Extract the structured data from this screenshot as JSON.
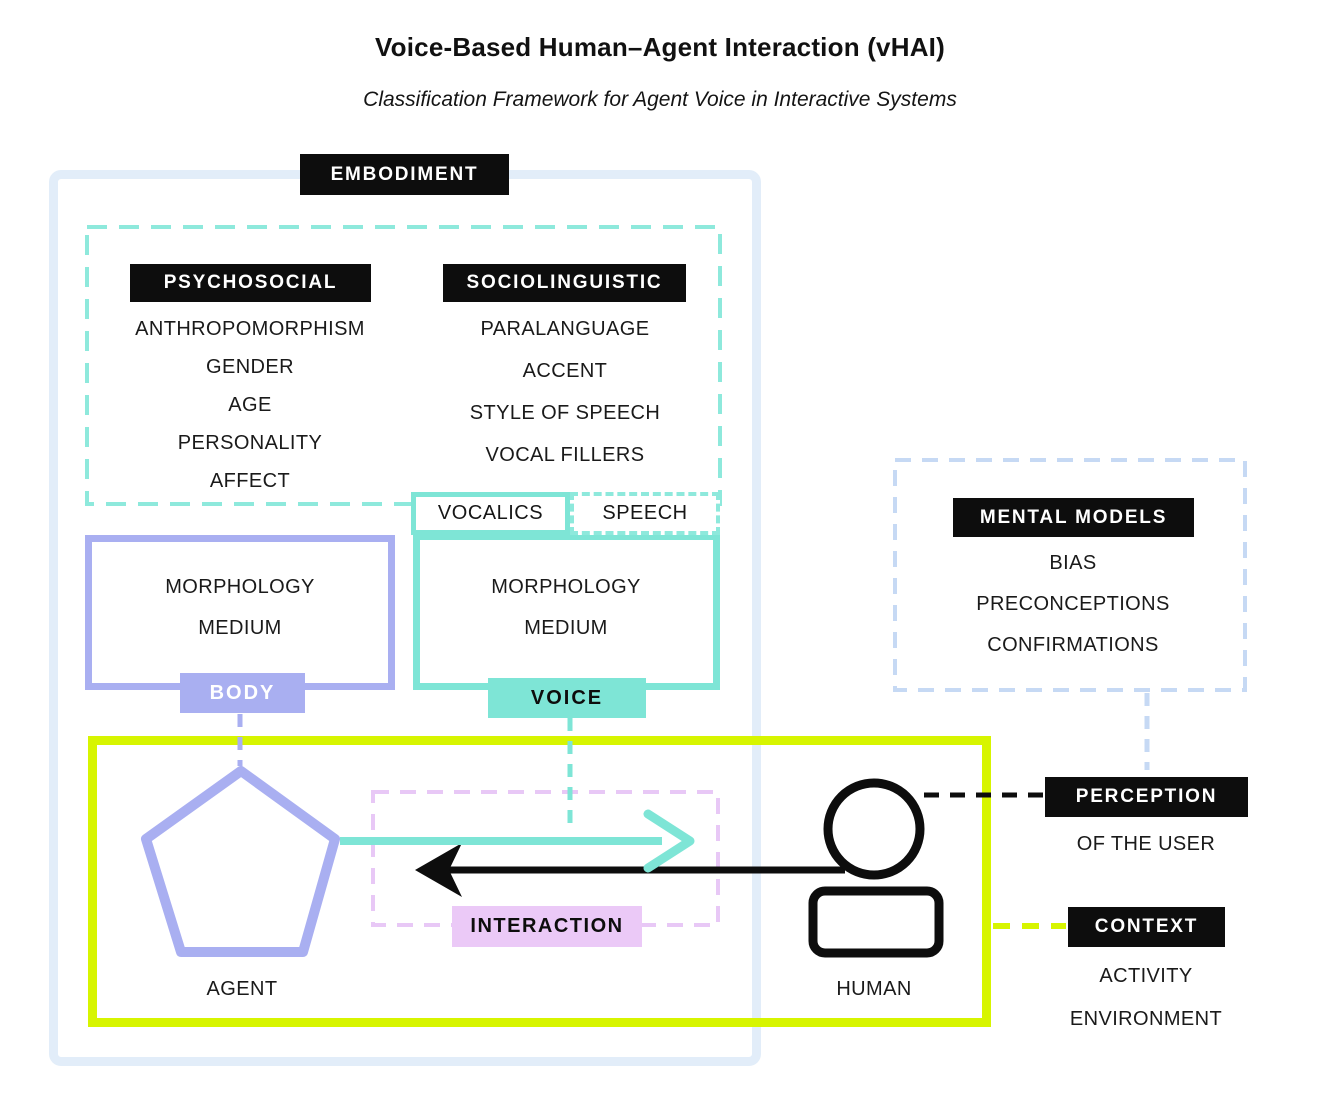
{
  "header": {
    "title": "Voice-Based Human–Agent Interaction (vHAI)",
    "subtitle": "Classification Framework for Agent Voice in Interactive Systems"
  },
  "embodiment": {
    "label": "EMBODIMENT"
  },
  "psychosocial": {
    "label": "PSYCHOSOCIAL",
    "items": [
      "ANTHROPOMORPHISM",
      "GENDER",
      "AGE",
      "PERSONALITY",
      "AFFECT"
    ]
  },
  "sociolinguistic": {
    "label": "SOCIOLINGUISTIC",
    "items": [
      "PARALANGUAGE",
      "ACCENT",
      "STYLE OF SPEECH",
      "VOCAL FILLERS"
    ]
  },
  "body": {
    "label": "BODY",
    "items": [
      "MORPHOLOGY",
      "MEDIUM"
    ]
  },
  "voice": {
    "label": "VOICE",
    "channels": [
      "VOCALICS",
      "SPEECH"
    ],
    "items": [
      "MORPHOLOGY",
      "MEDIUM"
    ]
  },
  "mental_models": {
    "label": "MENTAL MODELS",
    "items": [
      "BIAS",
      "PRECONCEPTIONS",
      "CONFIRMATIONS"
    ]
  },
  "interaction": {
    "label": "INTERACTION"
  },
  "agent": {
    "label": "AGENT"
  },
  "human": {
    "label": "HUMAN"
  },
  "perception": {
    "label": "PERCEPTION",
    "subtitle": "OF THE USER"
  },
  "context": {
    "label": "CONTEXT",
    "items": [
      "ACTIVITY",
      "ENVIRONMENT"
    ]
  },
  "colors": {
    "ink": "#0d0d0d",
    "pale_blue_frame": "#e2edf9",
    "dashed_blue": "#c6d9f4",
    "teal": "#7ee5d6",
    "teal_dash": "#8ee9dc",
    "purple": "#a9aff1",
    "chartreuse": "#d7f500",
    "lavender_dash": "#e8c8f6",
    "pink_fill": "#ebc9f7"
  }
}
